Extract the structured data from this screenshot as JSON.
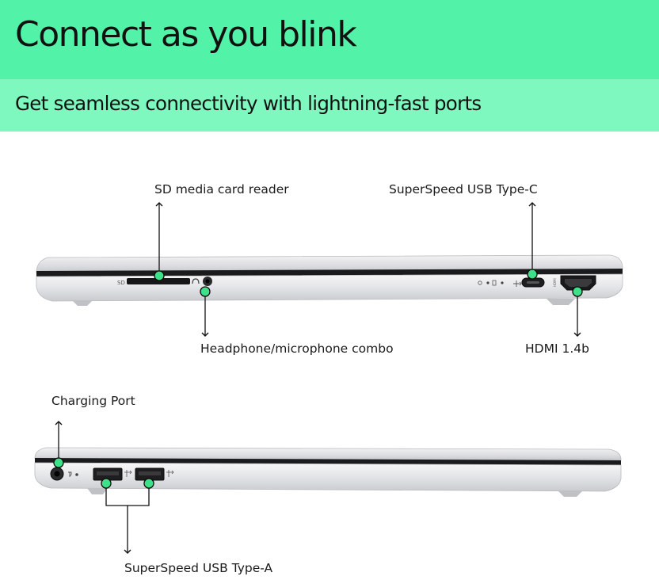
{
  "header": {
    "title": "Connect as you blink",
    "subtitle": "Get seamless connectivity with lightning-fast ports"
  },
  "colors": {
    "brand_green": "#52f3a9",
    "brand_green_light": "#7ff8c0",
    "marker_green": "#3ee08a"
  },
  "right_side": {
    "callouts": {
      "sd_reader": "SD media card reader",
      "usb_c": "SuperSpeed USB Type-C",
      "headphone": "Headphone/microphone combo",
      "hdmi": "HDMI 1.4b"
    },
    "engraving": {
      "sd": "SD"
    }
  },
  "left_side": {
    "callouts": {
      "charging": "Charging Port",
      "usb_a": "SuperSpeed USB Type-A"
    }
  }
}
